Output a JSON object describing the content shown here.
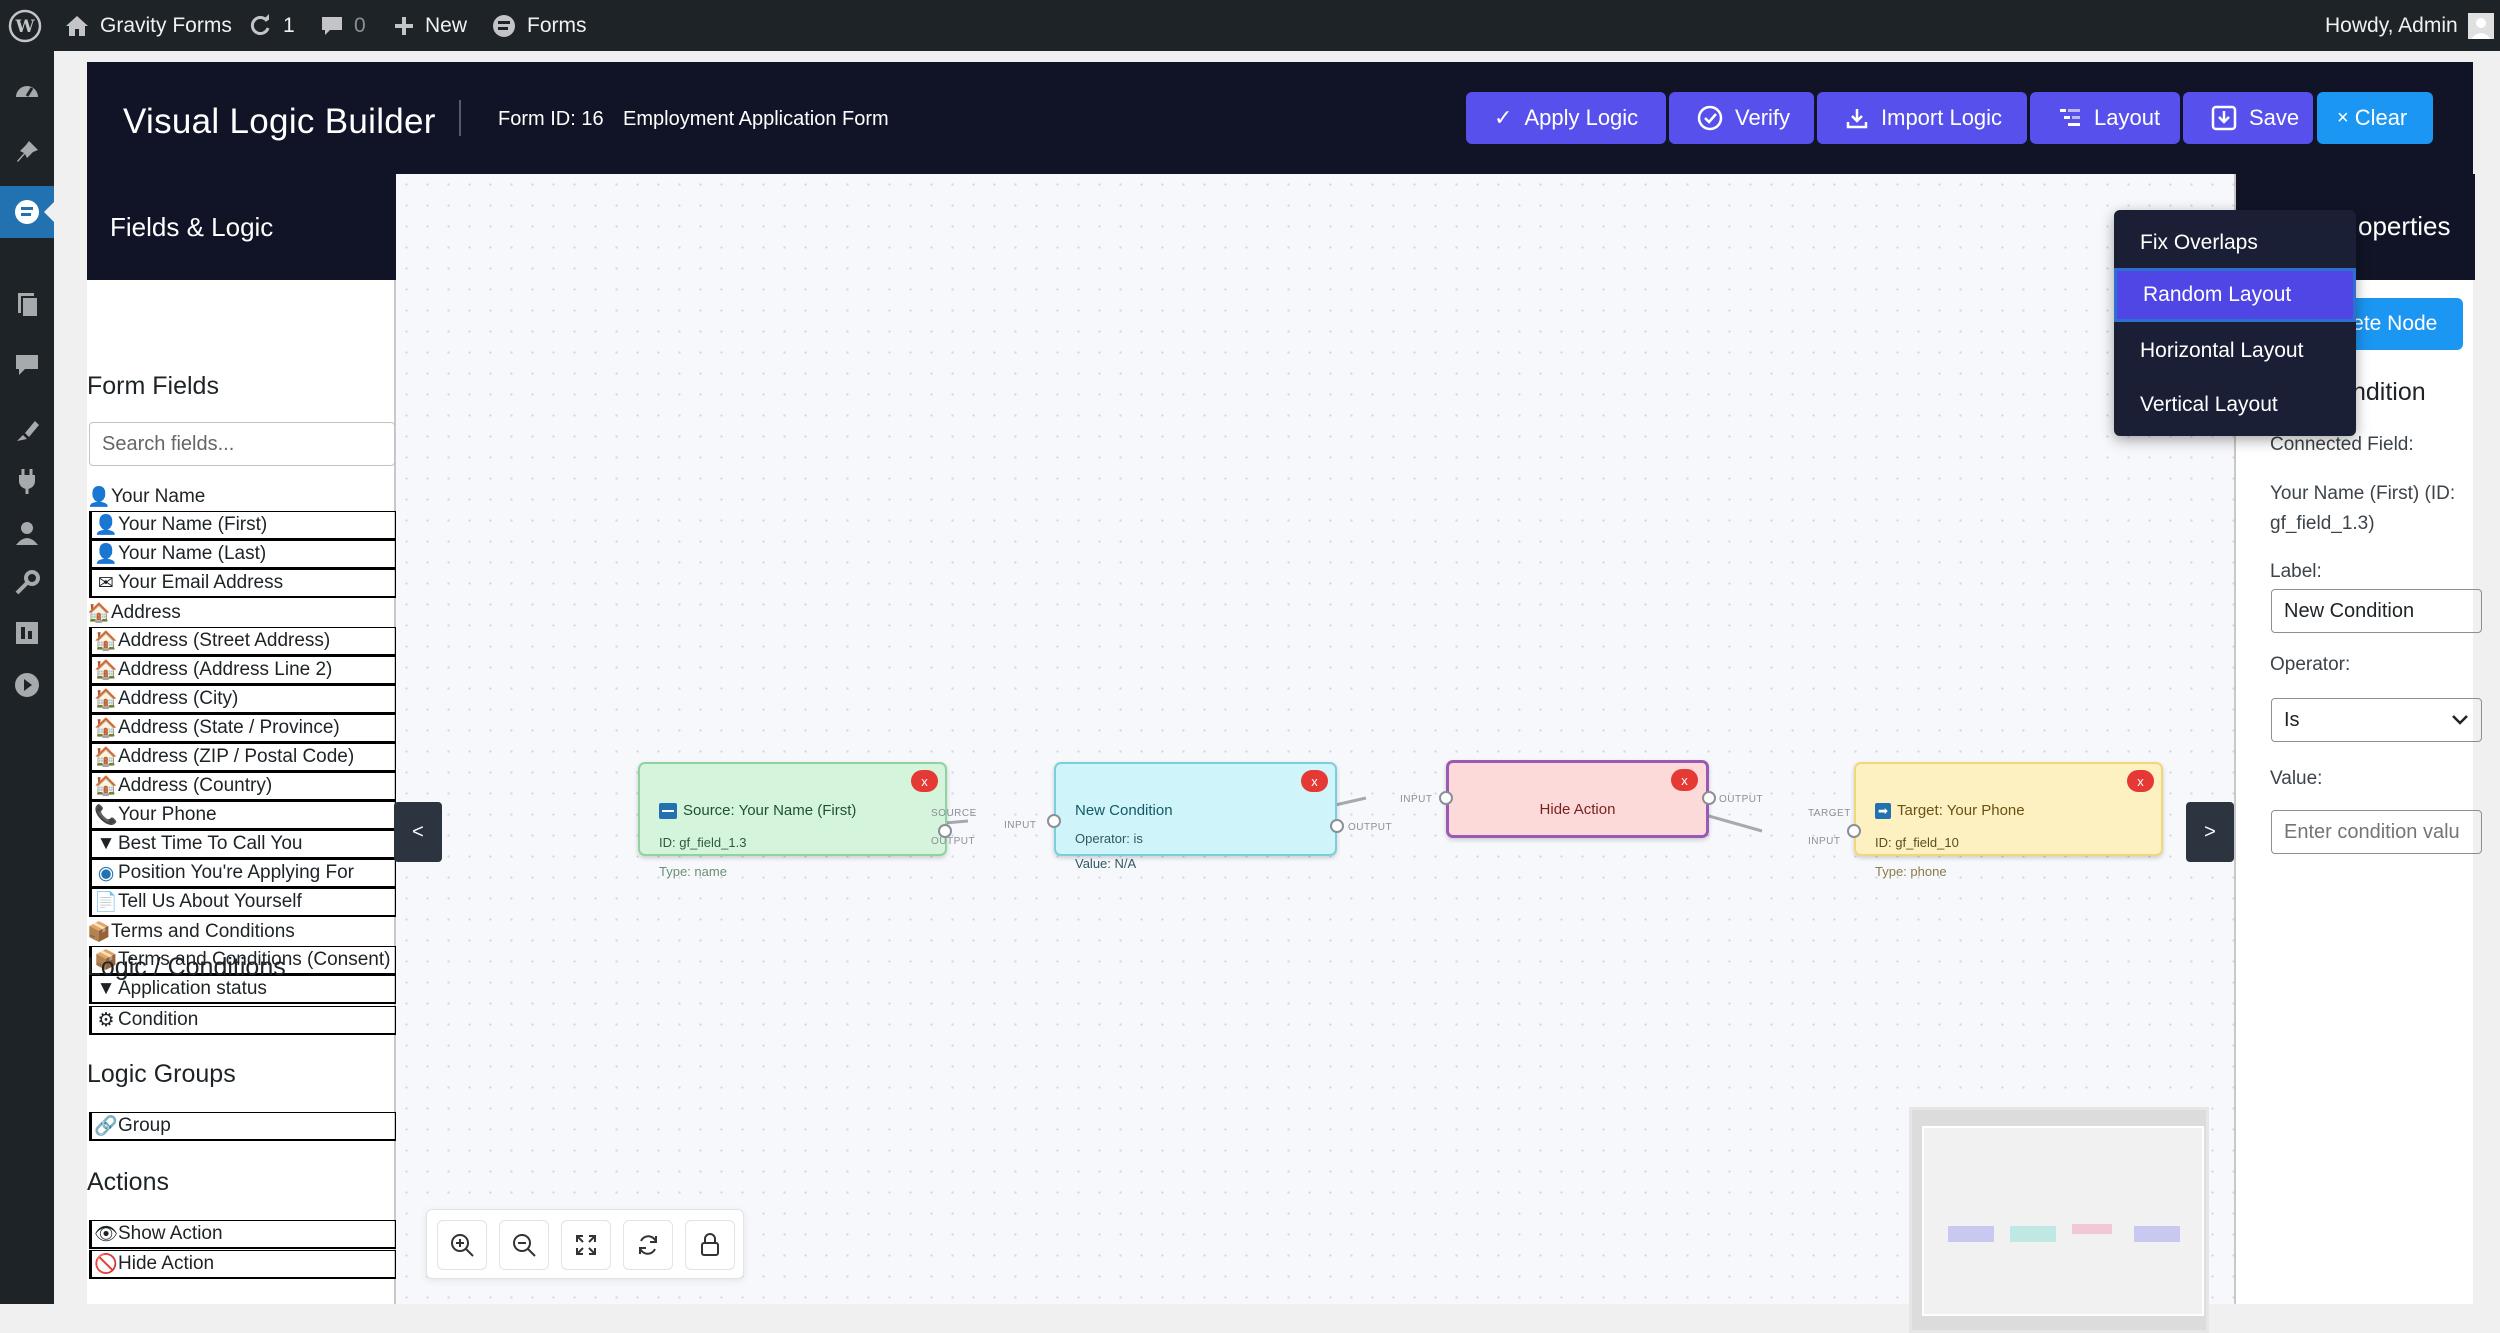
{
  "admin_bar": {
    "site_name": "Gravity Forms",
    "updates_count": "1",
    "comments_count": "0",
    "new_label": "New",
    "forms_label": "Forms",
    "greeting": "Howdy, Admin"
  },
  "header": {
    "title": "Visual Logic Builder",
    "form_id": "Form ID: 16",
    "form_name": "Employment Application Form",
    "buttons": {
      "apply_logic": "Apply Logic",
      "verify": "Verify",
      "import_logic": "Import Logic",
      "layout": "Layout",
      "save": "Save",
      "clear": "Clear"
    }
  },
  "layout_menu": {
    "items": [
      "Fix Overlaps",
      "Random Layout",
      "Horizontal Layout",
      "Vertical Layout"
    ],
    "selected": "Random Layout"
  },
  "left_panel": {
    "title": "Fields & Logic",
    "form_fields_heading": "Form Fields",
    "search_placeholder": "Search fields...",
    "fields": [
      {
        "label": "Your Name",
        "icon": "person-icon",
        "group": true
      },
      {
        "label": "Your Name (First)",
        "icon": "person-icon"
      },
      {
        "label": "Your Name (Last)",
        "icon": "person-icon"
      },
      {
        "label": "Your Email Address",
        "icon": "envelope-icon"
      },
      {
        "label": "Address",
        "icon": "house-icon",
        "group": true
      },
      {
        "label": "Address (Street Address)",
        "icon": "house-icon"
      },
      {
        "label": "Address (Address Line 2)",
        "icon": "house-icon"
      },
      {
        "label": "Address (City)",
        "icon": "house-icon"
      },
      {
        "label": "Address (State / Province)",
        "icon": "house-icon"
      },
      {
        "label": "Address (ZIP / Postal Code)",
        "icon": "house-icon"
      },
      {
        "label": "Address (Country)",
        "icon": "house-icon"
      },
      {
        "label": "Your Phone",
        "icon": "phone-icon"
      },
      {
        "label": "Best Time To Call You",
        "icon": "triangle-down-icon"
      },
      {
        "label": "Position You're Applying For",
        "icon": "radio-icon"
      },
      {
        "label": "Tell Us About Yourself",
        "icon": "document-icon"
      },
      {
        "label": "Terms and Conditions",
        "icon": "box-icon",
        "group": true
      },
      {
        "label": "Terms and Conditions (Consent)",
        "icon": "box-icon"
      },
      {
        "label": "Application status",
        "icon": "triangle-down-icon"
      }
    ],
    "logic_heading": "Logic / Conditions",
    "logic_items": [
      {
        "label": "Condition",
        "icon": "gear-icon"
      }
    ],
    "groups_heading": "Logic Groups",
    "group_items": [
      {
        "label": "Group",
        "icon": "link-icon"
      }
    ],
    "actions_heading": "Actions",
    "action_items": [
      {
        "label": "Show Action",
        "icon": "eye-icon"
      },
      {
        "label": "Hide Action",
        "icon": "prohibited-icon"
      }
    ]
  },
  "canvas": {
    "nodes": {
      "source": {
        "title": "Source: Your Name (First)",
        "id_line": "ID: gf_field_1.3",
        "type_line": "Type: name",
        "close": "x",
        "color": "#d4f5dc",
        "border": "#8fd3a3"
      },
      "condition": {
        "title": "New Condition",
        "operator_line": "Operator: is",
        "value_line": "Value: N/A",
        "close": "x",
        "color": "#cff4fa",
        "border": "#7bcfdc"
      },
      "action": {
        "title": "Hide Action",
        "close": "x",
        "color": "#fddada",
        "border": "#9b59b6"
      },
      "target": {
        "title": "Target: Your Phone",
        "id_line": "ID: gf_field_10",
        "type_line": "Type: phone",
        "close": "x",
        "color": "#fdf1c2",
        "border": "#f0d77a"
      }
    },
    "port_labels": {
      "source": "SOURCE",
      "output": "OUTPUT",
      "input": "INPUT",
      "target": "TARGET"
    },
    "left_toggle": "<",
    "right_toggle": ">",
    "zoom_controls": [
      "zoom-in-icon",
      "zoom-out-icon",
      "fit-view-icon",
      "refresh-icon",
      "lock-icon"
    ],
    "minimap_colors": [
      "#c9c8f0",
      "#bfe8e2",
      "#f2c8d8",
      "#c9c8f0"
    ]
  },
  "right_panel": {
    "title": "operties",
    "delete_node": "Delete Node",
    "heading": "Edit Condition",
    "connected_field_label": "Connected Field:",
    "connected_field_value": "Your Name (First) (ID: gf_field_1.3)",
    "label_label": "Label:",
    "label_value": "New Condition",
    "operator_label": "Operator:",
    "operator_value": "Is",
    "value_label": "Value:",
    "value_placeholder": "Enter condition valu"
  },
  "colors": {
    "header_bg": "#101426",
    "primary_button": "#5850ec",
    "clear_button": "#1b96f3",
    "wp_admin_bar": "#1d2327",
    "wp_menu_active": "#2271b1"
  }
}
